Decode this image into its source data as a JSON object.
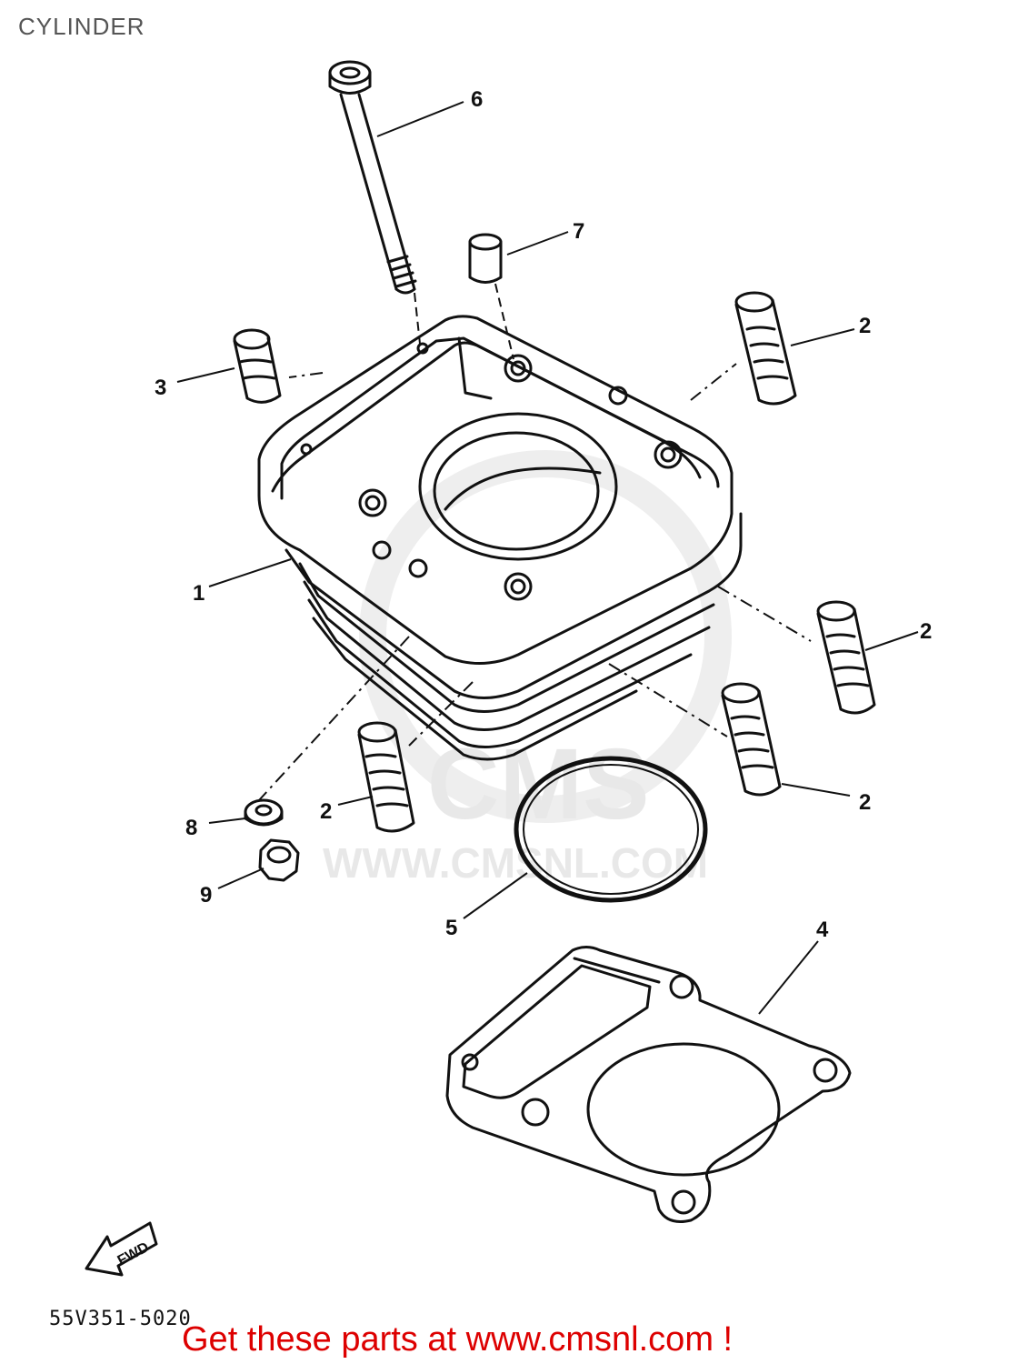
{
  "page_title": "CYLINDER",
  "watermark": {
    "logo": "CMS",
    "url": "WWW.CMSNL.COM"
  },
  "fwd_label": "FWD",
  "diagram_code": "55V351-5020",
  "promo_text": "Get these parts at www.cmsnl.com !",
  "callouts": [
    "1",
    "2",
    "2",
    "2",
    "2",
    "3",
    "4",
    "5",
    "6",
    "7",
    "8",
    "9"
  ],
  "colors": {
    "line": "#111111",
    "promo": "#dd0000",
    "watermark": "#e8e8e8"
  }
}
